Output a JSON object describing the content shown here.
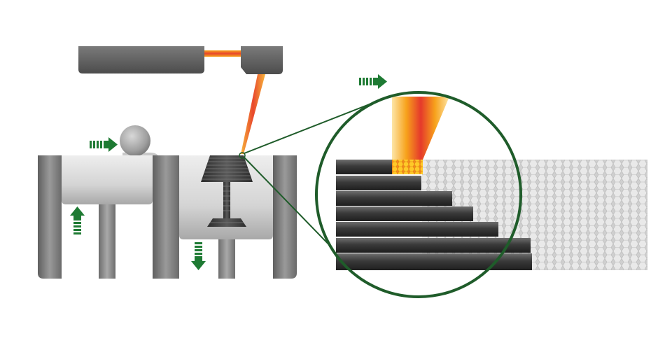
{
  "diagram": {
    "kind": "selective-laser-sintering-schematic",
    "components": [
      {
        "id": "laser-source",
        "icon": "laser-icon"
      },
      {
        "id": "scanner-head",
        "icon": "mirror-icon"
      },
      {
        "id": "laser-beam",
        "icon": "beam-icon"
      },
      {
        "id": "recoater-roller",
        "icon": "roller-icon"
      },
      {
        "id": "powder-supply-bed",
        "icon": "powder-bed-icon"
      },
      {
        "id": "build-platform",
        "icon": "platform-icon"
      },
      {
        "id": "printed-part",
        "icon": "part-icon"
      },
      {
        "id": "magnified-view",
        "icon": "zoom-icon"
      },
      {
        "id": "melt-pool",
        "icon": "melt-icon"
      }
    ],
    "arrows": [
      {
        "id": "roller-direction",
        "direction": "right"
      },
      {
        "id": "supply-piston-direction",
        "direction": "up"
      },
      {
        "id": "build-piston-direction",
        "direction": "down"
      },
      {
        "id": "scan-direction",
        "direction": "right"
      }
    ],
    "colors": {
      "arrow": "#1e7a33",
      "zoom_circle": "#1f5c2a",
      "frame": "#7b7b7b",
      "beam_hot": "#e8472c",
      "beam_warm": "#f7a21b",
      "melt": "#f5b400",
      "powder": "#d9d9d9",
      "layers": "#3a3a3a"
    }
  }
}
